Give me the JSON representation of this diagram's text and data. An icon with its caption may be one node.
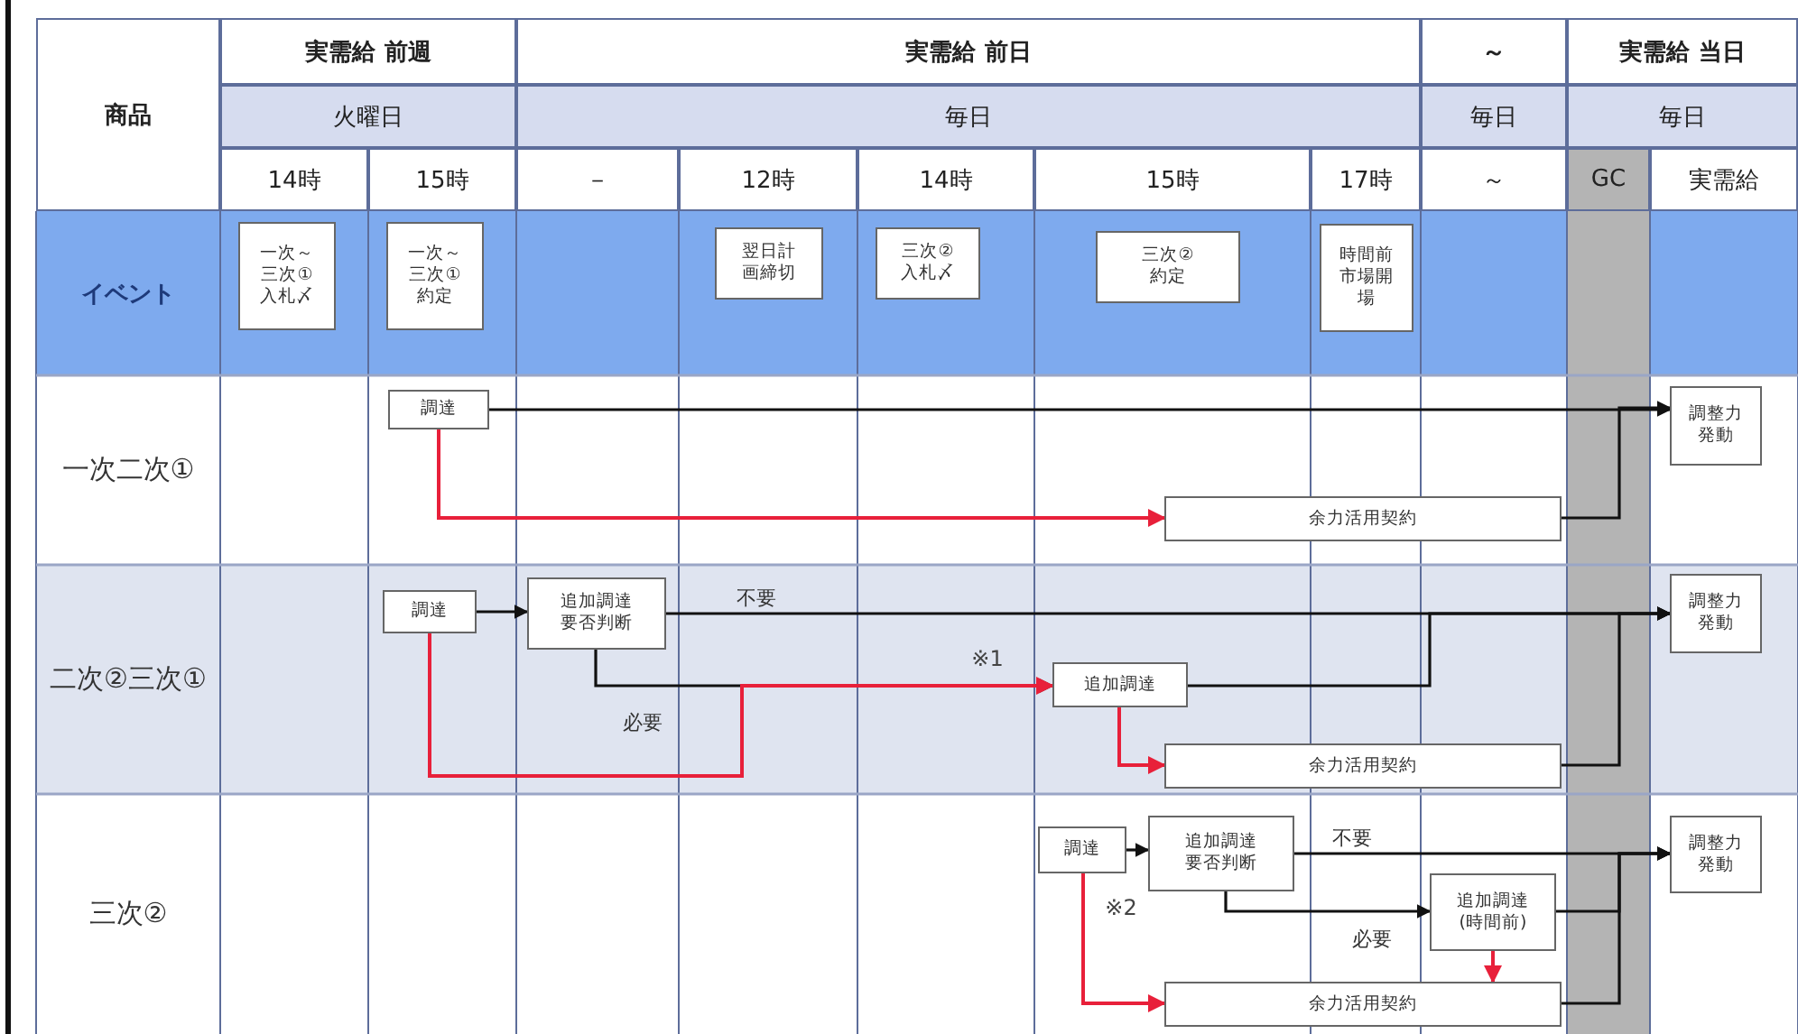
{
  "diagram": {
    "nodes": [
      {
        "text": [
          "一次～三次①入札〆"
        ]
      },
      {
        "text": [
          "一次～三次①約定"
        ]
      },
      {
        "text": [
          "翌日計画締切"
        ]
      },
      {
        "text": [
          "三次②入札〆"
        ]
      },
      {
        "text": [
          "三次②約定"
        ]
      },
      {
        "text": [
          "時間前市場開場"
        ]
      },
      {
        "text": [
          "調達"
        ]
      },
      {
        "text": [
          "調整力発動"
        ]
      },
      {
        "text": [
          "余力活用契約"
        ]
      },
      {
        "text": [
          "調達"
        ]
      },
      {
        "text": [
          "追加調達要否判断"
        ]
      },
      {
        "text": [
          "追加調達"
        ]
      },
      {
        "text": [
          "調整力発動"
        ]
      },
      {
        "text": [
          "余力活用契約"
        ]
      },
      {
        "text": [
          "調達"
        ]
      },
      {
        "text": [
          "追加調達要否判断"
        ]
      },
      {
        "text": [
          "追加調達(時間前)"
        ]
      },
      {
        "text": [
          "調整力発動"
        ]
      },
      {
        "text": [
          "余力活用契約"
        ]
      }
    ],
    "edges": [
      {
        "from": 6,
        "to": 7,
        "arrow": "to"
      },
      {
        "from": 6,
        "to": 8,
        "arrow": "to",
        "color": "#e8203a"
      },
      {
        "from": 8,
        "to": 7,
        "arrow": "to"
      },
      {
        "from": 9,
        "to": 10,
        "arrow": "to"
      },
      {
        "from": 10,
        "to": 12,
        "arrow": "to",
        "label": "不要"
      },
      {
        "from": 9,
        "to": 11,
        "arrow": "to",
        "color": "#e8203a"
      },
      {
        "from": 10,
        "to": 11,
        "arrow": "to",
        "label": "必要"
      },
      {
        "from": 11,
        "to": 12,
        "arrow": "to"
      },
      {
        "from": 11,
        "to": 13,
        "arrow": "to",
        "color": "#e8203a"
      },
      {
        "from": 13,
        "to": 12,
        "arrow": "to"
      },
      {
        "from": 14,
        "to": 15,
        "arrow": "to"
      },
      {
        "from": 15,
        "to": 17,
        "arrow": "to",
        "label": "不要"
      },
      {
        "from": 15,
        "to": 16,
        "arrow": "to",
        "label": "必要"
      },
      {
        "from": 14,
        "to": 18,
        "arrow": "to",
        "color": "#e8203a"
      },
      {
        "from": 16,
        "to": 18,
        "arrow": "to",
        "color": "#e8203a"
      },
      {
        "from": 16,
        "to": 17,
        "arrow": "to"
      },
      {
        "from": 18,
        "to": 17,
        "arrow": "to"
      }
    ],
    "labels": [
      "商品",
      "実需給 前週",
      "実需給 前日",
      "～",
      "実需給 当日",
      "火曜日",
      "毎日",
      "毎日",
      "毎日",
      "14時",
      "15時",
      "－",
      "12時",
      "14時",
      "15時",
      "17時",
      "～",
      "GC",
      "実需給",
      "イベント",
      "一次二次①",
      "二次②三次①",
      "※1",
      "三次②",
      "※2"
    ]
  }
}
